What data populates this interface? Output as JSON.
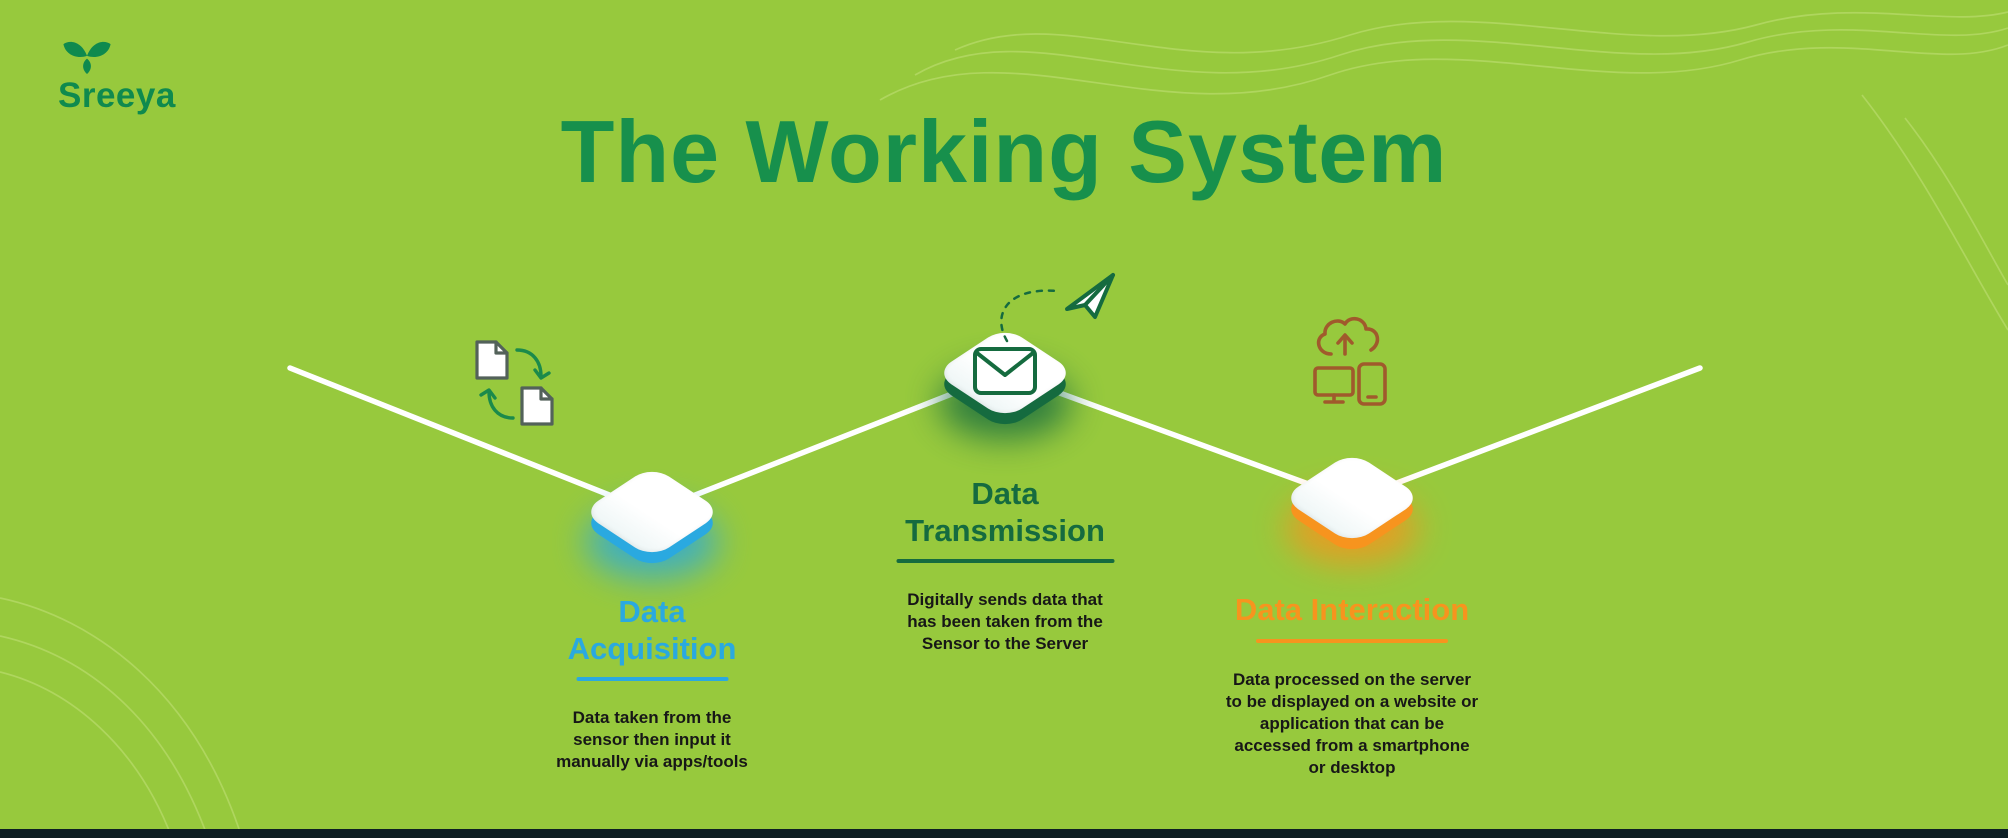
{
  "page": {
    "logo_text": "Sreeya",
    "title": "The Working System"
  },
  "colors": {
    "background": "#97c93d",
    "title_green": "#17904c",
    "logo_green": "#0f8a4e",
    "line_white": "#ffffff",
    "text_dark": "#171717",
    "bottom_strip": "#0d1f24",
    "contour": "#c3e07a"
  },
  "steps": [
    {
      "title": "Data Acquisition",
      "description": "Data taken from the sensor then input it manually via apps/tools",
      "accent": "#2aa9e0",
      "icon": "documents-sync-icon"
    },
    {
      "title": "Data Transmission",
      "description": "Digitally sends data that has been taken from the Sensor to the Server",
      "accent": "#156b3f",
      "icon": "mail-send-icon"
    },
    {
      "title": "Data Interaction",
      "description": "Data processed on the server to be displayed on a website or application that can be accessed from a smartphone or desktop",
      "accent": "#f7941e",
      "icon": "cloud-devices-icon"
    }
  ]
}
